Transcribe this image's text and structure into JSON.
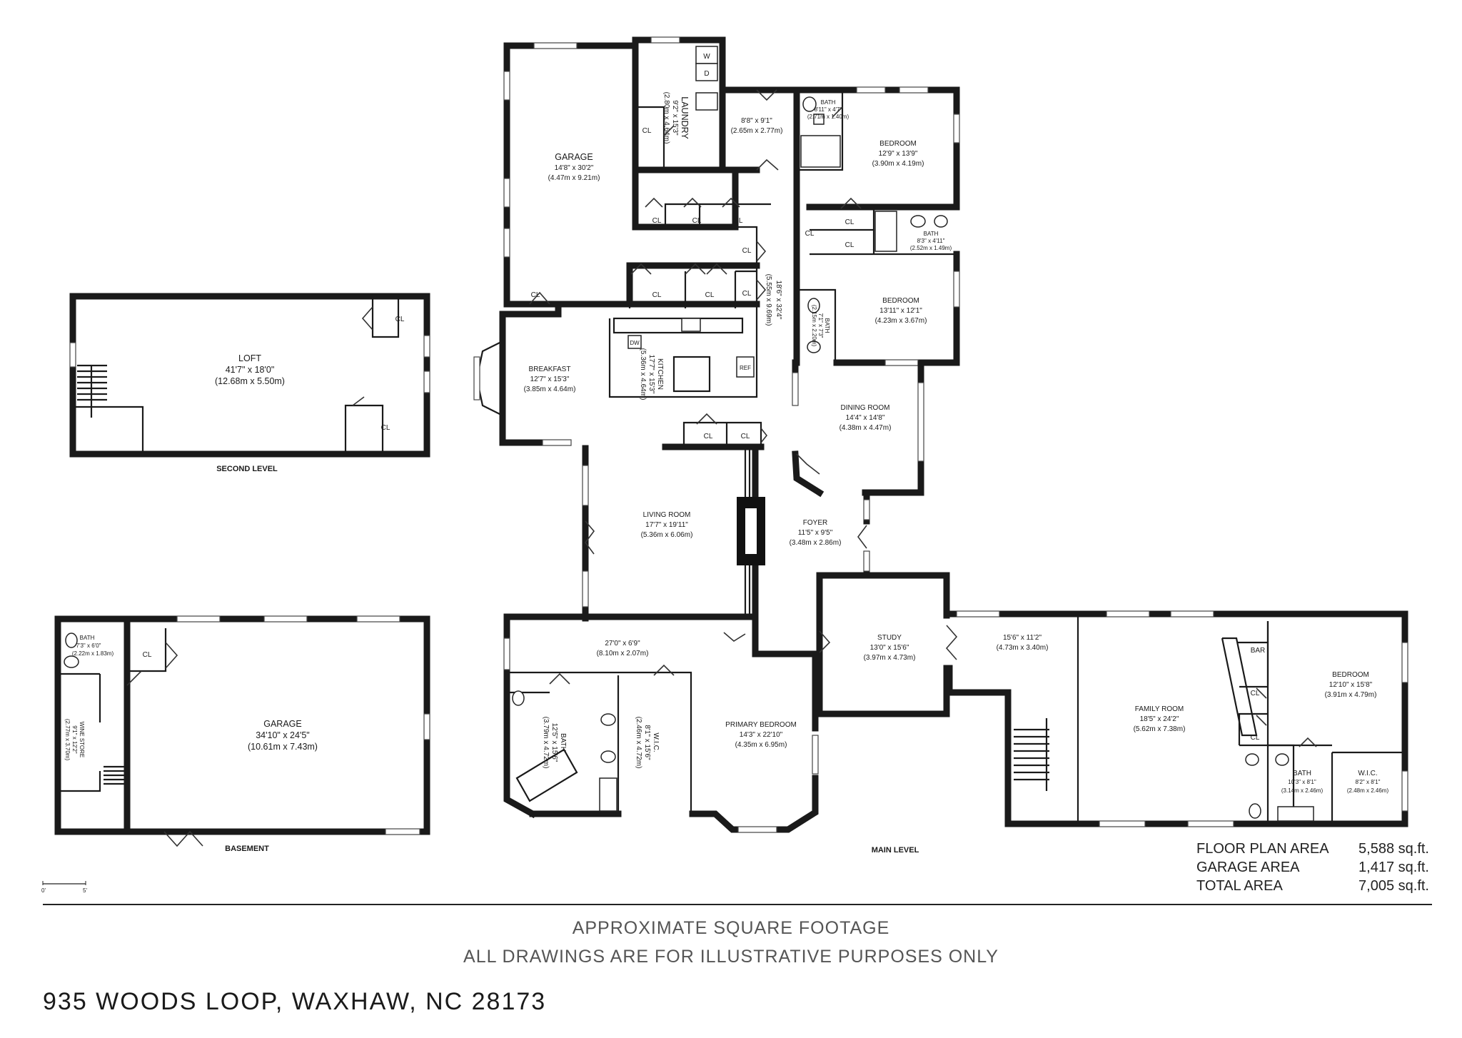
{
  "rooms": {
    "garage_main": {
      "name": "GARAGE",
      "dims": "14'8\" x 30'2\"",
      "metric": "(4.47m x 9.21m)"
    },
    "laundry": {
      "name": "LAUNDRY",
      "dims": "9'2\" x 15'3\"",
      "metric": "(2.80m x 4.64m)"
    },
    "hall_closet_room": {
      "dims": "8'8\" x 9'1\"",
      "metric": "(2.65m x 2.77m)"
    },
    "bedroom_ne": {
      "name": "BEDROOM",
      "dims": "12'9\" x 13'9\"",
      "metric": "(3.90m x 4.19m)"
    },
    "bath_ne": {
      "name": "BATH",
      "dims": "8'11\" x 4'7\"",
      "metric": "(2.71m x 1.40m)"
    },
    "bath_jack": {
      "name": "BATH",
      "dims": "8'3\" x 4'11\"",
      "metric": "(2.52m x 1.49m)"
    },
    "bedroom_e": {
      "name": "BEDROOM",
      "dims": "13'11\" x 12'1\"",
      "metric": "(4.23m x 3.67m)"
    },
    "bath_small": {
      "name": "BATH",
      "dims": "7'1\" x 7'3\"",
      "metric": "(2.15m x 2.20m)"
    },
    "hall": {
      "dims": "18'6\" x 32'4\"",
      "metric": "(5.55m x 9.69m)"
    },
    "breakfast": {
      "name": "BREAKFAST",
      "dims": "12'7\" x 15'3\"",
      "metric": "(3.85m x 4.64m)"
    },
    "kitchen": {
      "name": "KITCHEN",
      "dims": "17'7\" x 15'3\"",
      "metric": "(5.36m x 4.64m)"
    },
    "dining": {
      "name": "DINING ROOM",
      "dims": "14'4\" x 14'8\"",
      "metric": "(4.38m x 4.47m)"
    },
    "living": {
      "name": "LIVING ROOM",
      "dims": "17'7\" x 19'11\"",
      "metric": "(5.36m x 6.06m)"
    },
    "foyer": {
      "name": "FOYER",
      "dims": "11'5\" x 9'5\"",
      "metric": "(3.48m x 2.86m)"
    },
    "gallery": {
      "dims": "27'0\" x 6'9\"",
      "metric": "(8.10m x 2.07m)"
    },
    "primary_bath": {
      "name": "BATH",
      "dims": "12'5\" x 15'6\"",
      "metric": "(3.79m x 4.72m)"
    },
    "primary_wic": {
      "name": "W.I.C.",
      "dims": "8'1\" x 15'6\"",
      "metric": "(2.46m x 4.72m)"
    },
    "primary_bedroom": {
      "name": "PRIMARY BEDROOM",
      "dims": "14'3\" x 22'10\"",
      "metric": "(4.35m x 6.95m)"
    },
    "study": {
      "name": "STUDY",
      "dims": "13'0\" x 15'6\"",
      "metric": "(3.97m x 4.73m)"
    },
    "family_hall": {
      "dims": "15'6\" x 11'2\"",
      "metric": "(4.73m x 3.40m)"
    },
    "family": {
      "name": "FAMILY ROOM",
      "dims": "18'5\" x 24'2\"",
      "metric": "(5.62m x 7.38m)"
    },
    "bar": {
      "name": "BAR"
    },
    "bedroom_w": {
      "name": "BEDROOM",
      "dims": "12'10\" x 15'8\"",
      "metric": "(3.91m x 4.79m)"
    },
    "bath_w": {
      "name": "BATH",
      "dims": "10'3\" x 8'1\"",
      "metric": "(3.14m x 2.46m)"
    },
    "wic_w": {
      "name": "W.I.C.",
      "dims": "8'2\" x 8'1\"",
      "metric": "(2.48m x 2.46m)"
    },
    "loft": {
      "name": "LOFT",
      "dims": "41'7\" x 18'0\"",
      "metric": "(12.68m x 5.50m)"
    },
    "bath_bsmt": {
      "name": "BATH",
      "dims": "7'3\" x 6'0\"",
      "metric": "(2.22m x 1.83m)"
    },
    "wine_store": {
      "name": "WINE STORE",
      "dims": "9'1\" x 12'2\"",
      "metric": "(2.77m x 3.70m)"
    },
    "garage_bsmt": {
      "name": "GARAGE",
      "dims": "34'10\" x 24'5\"",
      "metric": "(10.61m x 7.43m)"
    }
  },
  "fixtures": {
    "closet": "CL",
    "dishwasher": "DW",
    "refrigerator": "REF",
    "washer": "W",
    "dryer": "D"
  },
  "levels": {
    "main": "MAIN LEVEL",
    "second": "SECOND LEVEL",
    "basement": "BASEMENT"
  },
  "scale": {
    "start": "0'",
    "end": "5'"
  },
  "areas": [
    {
      "label": "FLOOR PLAN AREA",
      "value": "5,588 sq.ft."
    },
    {
      "label": "GARAGE AREA",
      "value": "1,417 sq.ft."
    },
    {
      "label": "TOTAL AREA",
      "value": "7,005 sq.ft."
    }
  ],
  "disclaimer": {
    "line1": "APPROXIMATE SQUARE FOOTAGE",
    "line2": "ALL DRAWINGS ARE FOR ILLUSTRATIVE PURPOSES ONLY"
  },
  "address": "935 WOODS LOOP, WAXHAW, NC 28173"
}
